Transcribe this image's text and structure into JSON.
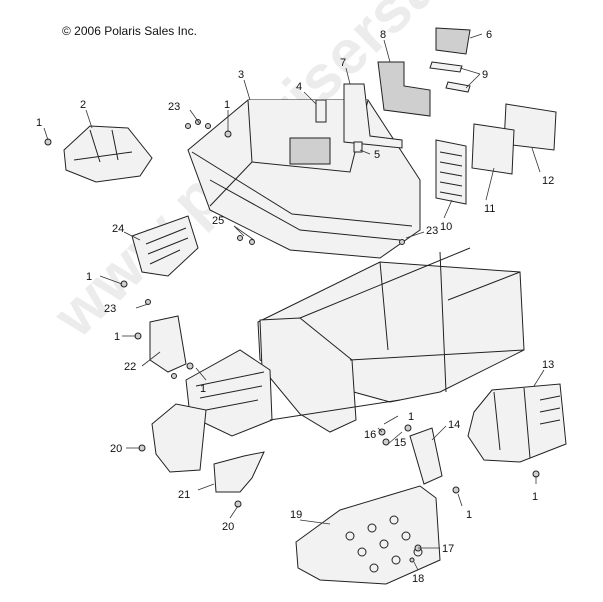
{
  "copyright": "© 2006 Polaris Sales Inc.",
  "watermark": "www.polarisersatzteile.de",
  "callouts": {
    "c1a": "1",
    "c2": "2",
    "c3": "3",
    "c4": "4",
    "c5": "5",
    "c6": "6",
    "c7": "7",
    "c8": "8",
    "c9": "9",
    "c10": "10",
    "c11": "11",
    "c12": "12",
    "c13": "13",
    "c14": "14",
    "c15": "15",
    "c16": "16",
    "c17": "17",
    "c18": "18",
    "c19": "19",
    "c20a": "20",
    "c20b": "20",
    "c21": "21",
    "c22": "22",
    "c23a": "23",
    "c23b": "23",
    "c23c": "23",
    "c24": "24",
    "c25": "25",
    "c1b": "1",
    "c1c": "1",
    "c1d": "1",
    "c1e": "1",
    "c1f": "1",
    "c1g": "1",
    "c1h": "1"
  }
}
